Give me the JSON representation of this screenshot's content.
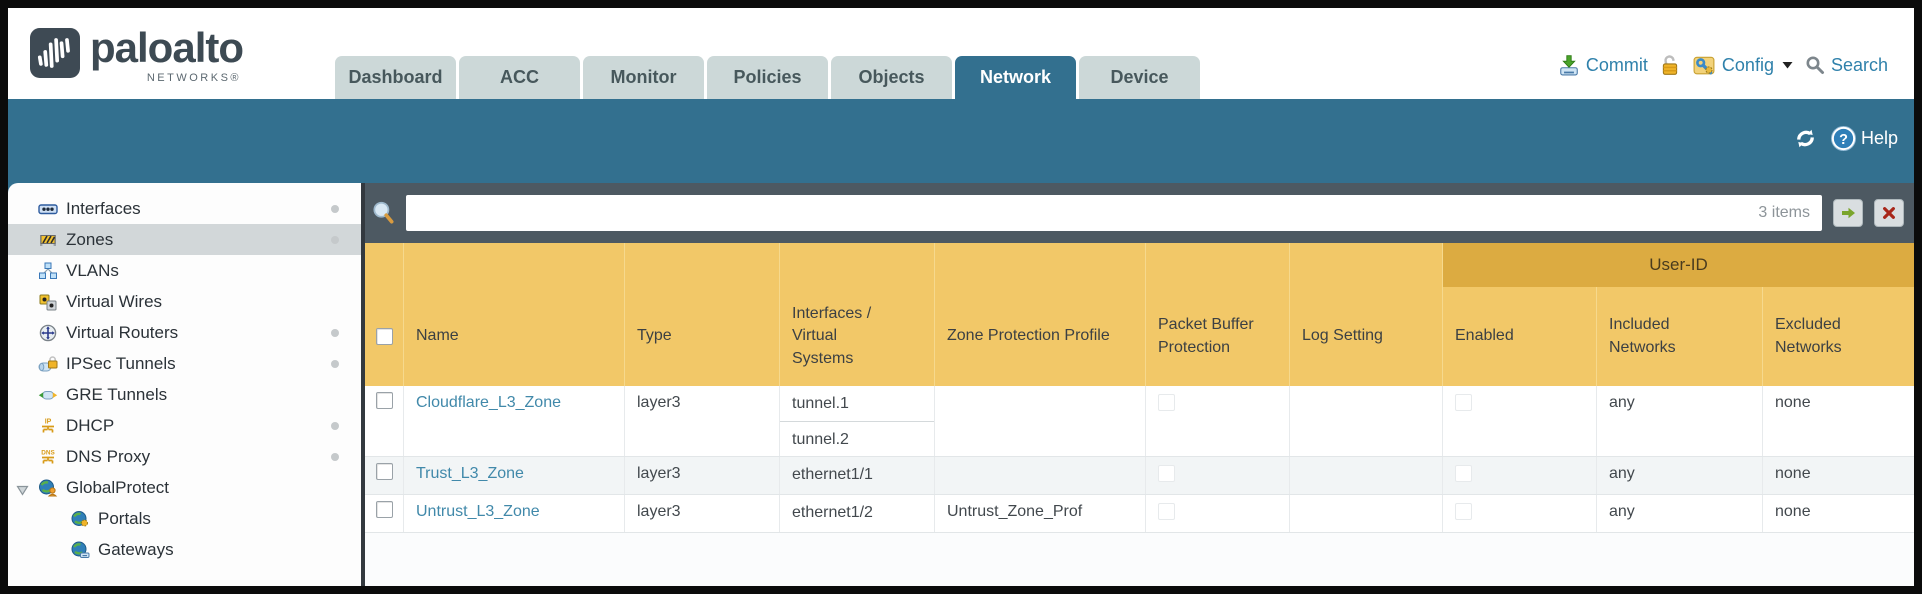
{
  "colors": {
    "teal_band": "#33708F",
    "active_tab": "#33708F",
    "tab_inactive": "#CCD8D8",
    "toolbar_dark": "#4D5962",
    "header_gold": "#F2C868",
    "user_id_gold": "#DCAB41",
    "link_blue": "#4189AA",
    "utility_blue": "#2F81AB",
    "selected_sidebar": "#D2D7D9",
    "row_alt": "#F2F5F6"
  },
  "header": {
    "brand": "paloalto",
    "brand_sub": "NETWORKS®",
    "tabs": [
      {
        "label": "Dashboard",
        "active": false
      },
      {
        "label": "ACC",
        "active": false
      },
      {
        "label": "Monitor",
        "active": false
      },
      {
        "label": "Policies",
        "active": false
      },
      {
        "label": "Objects",
        "active": false
      },
      {
        "label": "Network",
        "active": true
      },
      {
        "label": "Device",
        "active": false
      }
    ],
    "utilities": {
      "commit": "Commit",
      "config": "Config",
      "search": "Search"
    }
  },
  "band": {
    "help": "Help"
  },
  "sidebar": {
    "items": [
      {
        "label": "Interfaces",
        "icon": "interfaces-icon",
        "dot": true,
        "selected": false,
        "child": false,
        "expandable": false
      },
      {
        "label": "Zones",
        "icon": "zones-icon",
        "dot": true,
        "selected": true,
        "child": false,
        "expandable": false
      },
      {
        "label": "VLANs",
        "icon": "vlans-icon",
        "dot": false,
        "selected": false,
        "child": false,
        "expandable": false
      },
      {
        "label": "Virtual Wires",
        "icon": "virtual-wires-icon",
        "dot": false,
        "selected": false,
        "child": false,
        "expandable": false
      },
      {
        "label": "Virtual Routers",
        "icon": "virtual-routers-icon",
        "dot": true,
        "selected": false,
        "child": false,
        "expandable": false
      },
      {
        "label": "IPSec Tunnels",
        "icon": "ipsec-tunnels-icon",
        "dot": true,
        "selected": false,
        "child": false,
        "expandable": false
      },
      {
        "label": "GRE Tunnels",
        "icon": "gre-tunnels-icon",
        "dot": false,
        "selected": false,
        "child": false,
        "expandable": false
      },
      {
        "label": "DHCP",
        "icon": "dhcp-icon",
        "dot": true,
        "selected": false,
        "child": false,
        "expandable": false
      },
      {
        "label": "DNS Proxy",
        "icon": "dns-proxy-icon",
        "dot": true,
        "selected": false,
        "child": false,
        "expandable": false
      },
      {
        "label": "GlobalProtect",
        "icon": "globalprotect-icon",
        "dot": false,
        "selected": false,
        "child": false,
        "expandable": true
      },
      {
        "label": "Portals",
        "icon": "portals-icon",
        "dot": false,
        "selected": false,
        "child": true,
        "expandable": false
      },
      {
        "label": "Gateways",
        "icon": "gateways-icon",
        "dot": false,
        "selected": false,
        "child": true,
        "expandable": false
      }
    ]
  },
  "toolbar": {
    "count": "3 items"
  },
  "table": {
    "group_header": "User-ID",
    "columns": [
      "",
      "Name",
      "Type",
      "Interfaces / Virtual Systems",
      "Zone Protection Profile",
      "Packet Buffer Protection",
      "Log Setting",
      "Enabled",
      "Included Networks",
      "Excluded Networks"
    ],
    "rows": [
      {
        "name": "Cloudflare_L3_Zone",
        "type": "layer3",
        "interfaces": [
          "tunnel.1",
          "tunnel.2"
        ],
        "zone_protection_profile": "",
        "log_setting": "",
        "included_networks": "any",
        "excluded_networks": "none"
      },
      {
        "name": "Trust_L3_Zone",
        "type": "layer3",
        "interfaces": [
          "ethernet1/1"
        ],
        "zone_protection_profile": "",
        "log_setting": "",
        "included_networks": "any",
        "excluded_networks": "none"
      },
      {
        "name": "Untrust_L3_Zone",
        "type": "layer3",
        "interfaces": [
          "ethernet1/2"
        ],
        "zone_protection_profile": "Untrust_Zone_Prof",
        "log_setting": "",
        "included_networks": "any",
        "excluded_networks": "none"
      }
    ]
  }
}
